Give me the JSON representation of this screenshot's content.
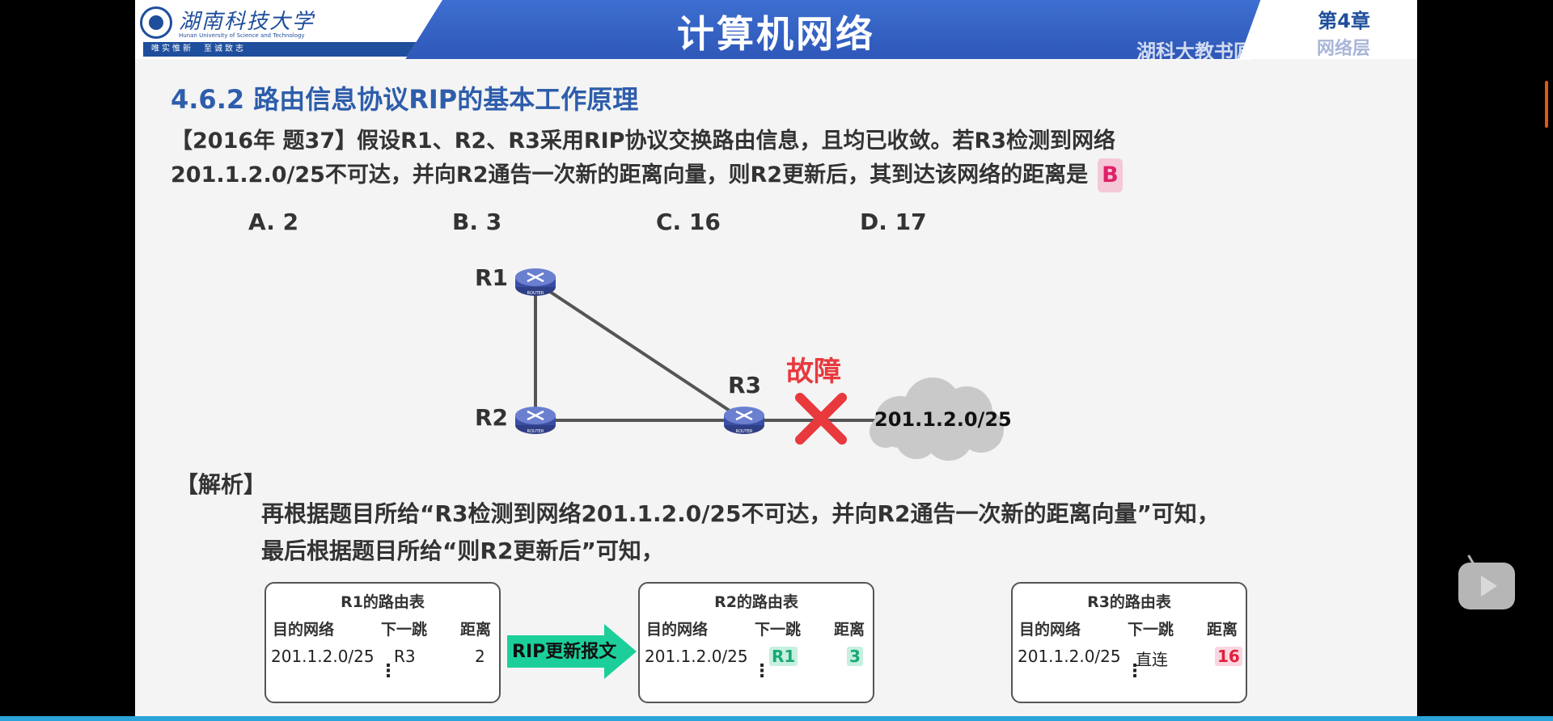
{
  "header": {
    "logo_cn": "湖南科技大学",
    "logo_en": "Hunan University of Science and Technology",
    "motto": "唯实惟新　至诚致志",
    "title": "计算机网络",
    "chapter": "第4章",
    "chapter_sub": "网络层",
    "watermark": "湖科大教书匠"
  },
  "section": {
    "title": "4.6.2 路由信息协议RIP的基本工作原理"
  },
  "question": {
    "line1": "【2016年 题37】假设R1、R2、R3采用RIP协议交换路由信息，且均已收敛。若R3检测到网络",
    "line2": "201.1.2.0/25不可达，并向R2通告一次新的距离向量，则R2更新后，其到达该网络的距离是",
    "answer": "B",
    "options": [
      "A. 2",
      "B. 3",
      "C. 16",
      "D. 17"
    ]
  },
  "diagram": {
    "routers": [
      "R1",
      "R2",
      "R3"
    ],
    "fault_label": "故障",
    "network": "201.1.2.0/25",
    "router_badge": "ROUTER"
  },
  "analysis": {
    "heading": "【解析】",
    "line1": "再根据题目所给“R3检测到网络201.1.2.0/25不可达，并向R2通告一次新的距离向量”可知，",
    "line2": "最后根据题目所给“则R2更新后”可知，"
  },
  "tables": [
    {
      "title": "R1的路由表",
      "headers": [
        "目的网络",
        "下一跳",
        "距离"
      ],
      "row": [
        "201.1.2.0/25",
        "R3",
        "2"
      ],
      "more": "⋮"
    },
    {
      "title": "R2的路由表",
      "headers": [
        "目的网络",
        "下一跳",
        "距离"
      ],
      "row": [
        "201.1.2.0/25",
        "R1",
        "3"
      ],
      "more": "⋮"
    },
    {
      "title": "R3的路由表",
      "headers": [
        "目的网络",
        "下一跳",
        "距离"
      ],
      "row": [
        "201.1.2.0/25",
        "直连",
        "16"
      ],
      "more": "⋮"
    }
  ],
  "arrow_label": "RIP更新报文",
  "colors": {
    "header_blue": "#2e57b8",
    "section_blue": "#2e5dab",
    "answer_pink": "#e02068",
    "fault_red": "#e8393d",
    "highlight_green": "#1aa87a",
    "arrow_teal": "#1ccf9a",
    "progress_bar": "#2aa4d8"
  },
  "icons": [
    "router-icon",
    "fault-x-icon",
    "cloud-icon",
    "play-icon"
  ]
}
